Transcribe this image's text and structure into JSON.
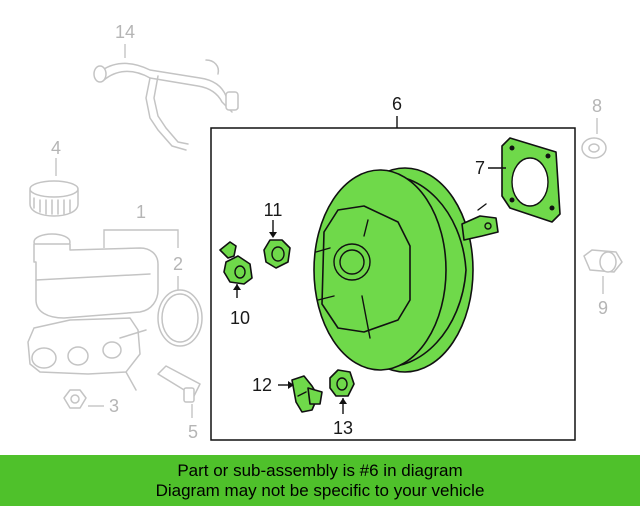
{
  "callouts": {
    "c1": "1",
    "c2": "2",
    "c3": "3",
    "c4": "4",
    "c5": "5",
    "c6": "6",
    "c7": "7",
    "c8": "8",
    "c9": "9",
    "c10": "10",
    "c11": "11",
    "c12": "12",
    "c13": "13",
    "c14": "14"
  },
  "highlight": {
    "part_number": "6",
    "highlight_color": "#6fd94a"
  },
  "banner": {
    "line1": "Part or sub-assembly is #6 in diagram",
    "line2": "Diagram may not be specific to your vehicle",
    "color": "#4fc12b"
  },
  "colors": {
    "ghost_parts": "#c4c4c4",
    "active_label": "#1a1a1a"
  }
}
